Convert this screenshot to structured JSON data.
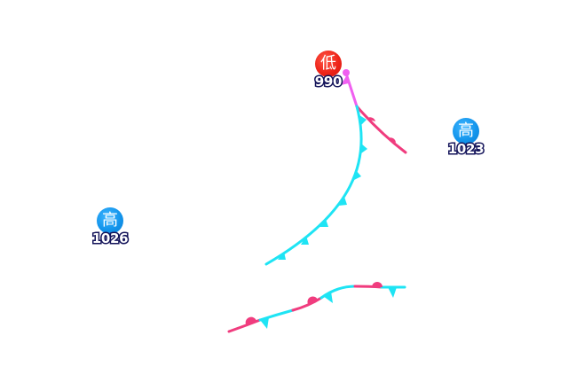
{
  "pressure_centers": [
    {
      "id": "low-1",
      "kind": "low",
      "symbol": "低",
      "pressure": "990",
      "color": "#ee2419"
    },
    {
      "id": "high-east",
      "kind": "high",
      "symbol": "高",
      "pressure": "1023",
      "color": "#1395ec"
    },
    {
      "id": "high-west",
      "kind": "high",
      "symbol": "高",
      "pressure": "1026",
      "color": "#1395ec"
    }
  ],
  "fronts": [
    {
      "id": "occluded-front",
      "type": "occluded",
      "color": "#f060f0"
    },
    {
      "id": "warm-front-north",
      "type": "warm",
      "color": "#f03c7e"
    },
    {
      "id": "cold-front-north",
      "type": "cold",
      "color": "#1ee4f4"
    },
    {
      "id": "stationary-front-south",
      "type": "stationary",
      "colors": {
        "warm": "#f03c7e",
        "cold": "#1ee4f4"
      }
    }
  ]
}
